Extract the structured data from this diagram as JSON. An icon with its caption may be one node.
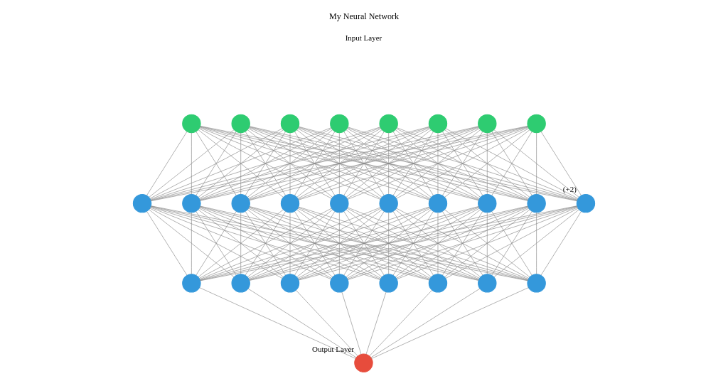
{
  "diagram": {
    "title": "My Neural Network",
    "nodes": [
      {
        "text": [],
        "shape": "circle"
      },
      {
        "text": [],
        "shape": "circle"
      },
      {
        "text": [],
        "shape": "circle"
      },
      {
        "text": [],
        "shape": "circle"
      },
      {
        "text": [],
        "shape": "circle"
      },
      {
        "text": [],
        "shape": "circle"
      },
      {
        "text": [],
        "shape": "circle"
      },
      {
        "text": [],
        "shape": "circle"
      },
      {
        "text": [],
        "shape": "circle"
      },
      {
        "text": [],
        "shape": "circle"
      },
      {
        "text": [],
        "shape": "circle"
      },
      {
        "text": [],
        "shape": "circle"
      },
      {
        "text": [],
        "shape": "circle"
      },
      {
        "text": [],
        "shape": "circle"
      },
      {
        "text": [],
        "shape": "circle"
      },
      {
        "text": [],
        "shape": "circle"
      },
      {
        "text": [],
        "shape": "circle"
      },
      {
        "text": [],
        "shape": "circle",
        "beside": [
          "(+2)"
        ]
      },
      {
        "text": [],
        "shape": "circle"
      },
      {
        "text": [],
        "shape": "circle"
      },
      {
        "text": [],
        "shape": "circle"
      },
      {
        "text": [],
        "shape": "circle"
      },
      {
        "text": [],
        "shape": "circle"
      },
      {
        "text": [],
        "shape": "circle"
      },
      {
        "text": [],
        "shape": "circle"
      },
      {
        "text": [],
        "shape": "circle"
      },
      {
        "text": [],
        "shape": "circle",
        "beside": [
          "Output Layer"
        ]
      }
    ],
    "edges": [
      {
        "from": 0,
        "to": 8,
        "arrow": "none"
      },
      {
        "from": 0,
        "to": 9,
        "arrow": "none"
      },
      {
        "from": 0,
        "to": 10,
        "arrow": "none"
      },
      {
        "from": 0,
        "to": 11,
        "arrow": "none"
      },
      {
        "from": 0,
        "to": 12,
        "arrow": "none"
      },
      {
        "from": 0,
        "to": 13,
        "arrow": "none"
      },
      {
        "from": 0,
        "to": 14,
        "arrow": "none"
      },
      {
        "from": 0,
        "to": 15,
        "arrow": "none"
      },
      {
        "from": 0,
        "to": 16,
        "arrow": "none"
      },
      {
        "from": 0,
        "to": 17,
        "arrow": "none"
      },
      {
        "from": 1,
        "to": 8,
        "arrow": "none"
      },
      {
        "from": 1,
        "to": 9,
        "arrow": "none"
      },
      {
        "from": 1,
        "to": 10,
        "arrow": "none"
      },
      {
        "from": 1,
        "to": 11,
        "arrow": "none"
      },
      {
        "from": 1,
        "to": 12,
        "arrow": "none"
      },
      {
        "from": 1,
        "to": 13,
        "arrow": "none"
      },
      {
        "from": 1,
        "to": 14,
        "arrow": "none"
      },
      {
        "from": 1,
        "to": 15,
        "arrow": "none"
      },
      {
        "from": 1,
        "to": 16,
        "arrow": "none"
      },
      {
        "from": 1,
        "to": 17,
        "arrow": "none"
      },
      {
        "from": 2,
        "to": 8,
        "arrow": "none"
      },
      {
        "from": 2,
        "to": 9,
        "arrow": "none"
      },
      {
        "from": 2,
        "to": 10,
        "arrow": "none"
      },
      {
        "from": 2,
        "to": 11,
        "arrow": "none"
      },
      {
        "from": 2,
        "to": 12,
        "arrow": "none"
      },
      {
        "from": 2,
        "to": 13,
        "arrow": "none"
      },
      {
        "from": 2,
        "to": 14,
        "arrow": "none"
      },
      {
        "from": 2,
        "to": 15,
        "arrow": "none"
      },
      {
        "from": 2,
        "to": 16,
        "arrow": "none"
      },
      {
        "from": 2,
        "to": 17,
        "arrow": "none"
      },
      {
        "from": 3,
        "to": 8,
        "arrow": "none"
      },
      {
        "from": 3,
        "to": 9,
        "arrow": "none"
      },
      {
        "from": 3,
        "to": 10,
        "arrow": "none"
      },
      {
        "from": 3,
        "to": 11,
        "arrow": "none"
      },
      {
        "from": 3,
        "to": 12,
        "arrow": "none"
      },
      {
        "from": 3,
        "to": 13,
        "arrow": "none"
      },
      {
        "from": 3,
        "to": 14,
        "arrow": "none"
      },
      {
        "from": 3,
        "to": 15,
        "arrow": "none"
      },
      {
        "from": 3,
        "to": 16,
        "arrow": "none"
      },
      {
        "from": 3,
        "to": 17,
        "arrow": "none"
      },
      {
        "from": 4,
        "to": 8,
        "arrow": "none"
      },
      {
        "from": 4,
        "to": 9,
        "arrow": "none"
      },
      {
        "from": 4,
        "to": 10,
        "arrow": "none"
      },
      {
        "from": 4,
        "to": 11,
        "arrow": "none"
      },
      {
        "from": 4,
        "to": 12,
        "arrow": "none"
      },
      {
        "from": 4,
        "to": 13,
        "arrow": "none"
      },
      {
        "from": 4,
        "to": 14,
        "arrow": "none"
      },
      {
        "from": 4,
        "to": 15,
        "arrow": "none"
      },
      {
        "from": 4,
        "to": 16,
        "arrow": "none"
      },
      {
        "from": 4,
        "to": 17,
        "arrow": "none"
      },
      {
        "from": 5,
        "to": 8,
        "arrow": "none"
      },
      {
        "from": 5,
        "to": 9,
        "arrow": "none"
      },
      {
        "from": 5,
        "to": 10,
        "arrow": "none"
      },
      {
        "from": 5,
        "to": 11,
        "arrow": "none"
      },
      {
        "from": 5,
        "to": 12,
        "arrow": "none"
      },
      {
        "from": 5,
        "to": 13,
        "arrow": "none"
      },
      {
        "from": 5,
        "to": 14,
        "arrow": "none"
      },
      {
        "from": 5,
        "to": 15,
        "arrow": "none"
      },
      {
        "from": 5,
        "to": 16,
        "arrow": "none"
      },
      {
        "from": 5,
        "to": 17,
        "arrow": "none"
      },
      {
        "from": 6,
        "to": 8,
        "arrow": "none"
      },
      {
        "from": 6,
        "to": 9,
        "arrow": "none"
      },
      {
        "from": 6,
        "to": 10,
        "arrow": "none"
      },
      {
        "from": 6,
        "to": 11,
        "arrow": "none"
      },
      {
        "from": 6,
        "to": 12,
        "arrow": "none"
      },
      {
        "from": 6,
        "to": 13,
        "arrow": "none"
      },
      {
        "from": 6,
        "to": 14,
        "arrow": "none"
      },
      {
        "from": 6,
        "to": 15,
        "arrow": "none"
      },
      {
        "from": 6,
        "to": 16,
        "arrow": "none"
      },
      {
        "from": 6,
        "to": 17,
        "arrow": "none"
      },
      {
        "from": 7,
        "to": 8,
        "arrow": "none"
      },
      {
        "from": 7,
        "to": 9,
        "arrow": "none"
      },
      {
        "from": 7,
        "to": 10,
        "arrow": "none"
      },
      {
        "from": 7,
        "to": 11,
        "arrow": "none"
      },
      {
        "from": 7,
        "to": 12,
        "arrow": "none"
      },
      {
        "from": 7,
        "to": 13,
        "arrow": "none"
      },
      {
        "from": 7,
        "to": 14,
        "arrow": "none"
      },
      {
        "from": 7,
        "to": 15,
        "arrow": "none"
      },
      {
        "from": 7,
        "to": 16,
        "arrow": "none"
      },
      {
        "from": 7,
        "to": 17,
        "arrow": "none"
      },
      {
        "from": 8,
        "to": 18,
        "arrow": "none"
      },
      {
        "from": 8,
        "to": 19,
        "arrow": "none"
      },
      {
        "from": 8,
        "to": 20,
        "arrow": "none"
      },
      {
        "from": 8,
        "to": 21,
        "arrow": "none"
      },
      {
        "from": 8,
        "to": 22,
        "arrow": "none"
      },
      {
        "from": 8,
        "to": 23,
        "arrow": "none"
      },
      {
        "from": 8,
        "to": 24,
        "arrow": "none"
      },
      {
        "from": 8,
        "to": 25,
        "arrow": "none"
      },
      {
        "from": 9,
        "to": 18,
        "arrow": "none"
      },
      {
        "from": 9,
        "to": 19,
        "arrow": "none"
      },
      {
        "from": 9,
        "to": 20,
        "arrow": "none"
      },
      {
        "from": 9,
        "to": 21,
        "arrow": "none"
      },
      {
        "from": 9,
        "to": 22,
        "arrow": "none"
      },
      {
        "from": 9,
        "to": 23,
        "arrow": "none"
      },
      {
        "from": 9,
        "to": 24,
        "arrow": "none"
      },
      {
        "from": 9,
        "to": 25,
        "arrow": "none"
      },
      {
        "from": 10,
        "to": 18,
        "arrow": "none"
      },
      {
        "from": 10,
        "to": 19,
        "arrow": "none"
      },
      {
        "from": 10,
        "to": 20,
        "arrow": "none"
      },
      {
        "from": 10,
        "to": 21,
        "arrow": "none"
      },
      {
        "from": 10,
        "to": 22,
        "arrow": "none"
      },
      {
        "from": 10,
        "to": 23,
        "arrow": "none"
      },
      {
        "from": 10,
        "to": 24,
        "arrow": "none"
      },
      {
        "from": 10,
        "to": 25,
        "arrow": "none"
      },
      {
        "from": 11,
        "to": 18,
        "arrow": "none"
      },
      {
        "from": 11,
        "to": 19,
        "arrow": "none"
      },
      {
        "from": 11,
        "to": 20,
        "arrow": "none"
      },
      {
        "from": 11,
        "to": 21,
        "arrow": "none"
      },
      {
        "from": 11,
        "to": 22,
        "arrow": "none"
      },
      {
        "from": 11,
        "to": 23,
        "arrow": "none"
      },
      {
        "from": 11,
        "to": 24,
        "arrow": "none"
      },
      {
        "from": 11,
        "to": 25,
        "arrow": "none"
      },
      {
        "from": 12,
        "to": 18,
        "arrow": "none"
      },
      {
        "from": 12,
        "to": 19,
        "arrow": "none"
      },
      {
        "from": 12,
        "to": 20,
        "arrow": "none"
      },
      {
        "from": 12,
        "to": 21,
        "arrow": "none"
      },
      {
        "from": 12,
        "to": 22,
        "arrow": "none"
      },
      {
        "from": 12,
        "to": 23,
        "arrow": "none"
      },
      {
        "from": 12,
        "to": 24,
        "arrow": "none"
      },
      {
        "from": 12,
        "to": 25,
        "arrow": "none"
      },
      {
        "from": 13,
        "to": 18,
        "arrow": "none"
      },
      {
        "from": 13,
        "to": 19,
        "arrow": "none"
      },
      {
        "from": 13,
        "to": 20,
        "arrow": "none"
      },
      {
        "from": 13,
        "to": 21,
        "arrow": "none"
      },
      {
        "from": 13,
        "to": 22,
        "arrow": "none"
      },
      {
        "from": 13,
        "to": 23,
        "arrow": "none"
      },
      {
        "from": 13,
        "to": 24,
        "arrow": "none"
      },
      {
        "from": 13,
        "to": 25,
        "arrow": "none"
      },
      {
        "from": 14,
        "to": 18,
        "arrow": "none"
      },
      {
        "from": 14,
        "to": 19,
        "arrow": "none"
      },
      {
        "from": 14,
        "to": 20,
        "arrow": "none"
      },
      {
        "from": 14,
        "to": 21,
        "arrow": "none"
      },
      {
        "from": 14,
        "to": 22,
        "arrow": "none"
      },
      {
        "from": 14,
        "to": 23,
        "arrow": "none"
      },
      {
        "from": 14,
        "to": 24,
        "arrow": "none"
      },
      {
        "from": 14,
        "to": 25,
        "arrow": "none"
      },
      {
        "from": 15,
        "to": 18,
        "arrow": "none"
      },
      {
        "from": 15,
        "to": 19,
        "arrow": "none"
      },
      {
        "from": 15,
        "to": 20,
        "arrow": "none"
      },
      {
        "from": 15,
        "to": 21,
        "arrow": "none"
      },
      {
        "from": 15,
        "to": 22,
        "arrow": "none"
      },
      {
        "from": 15,
        "to": 23,
        "arrow": "none"
      },
      {
        "from": 15,
        "to": 24,
        "arrow": "none"
      },
      {
        "from": 15,
        "to": 25,
        "arrow": "none"
      },
      {
        "from": 16,
        "to": 18,
        "arrow": "none"
      },
      {
        "from": 16,
        "to": 19,
        "arrow": "none"
      },
      {
        "from": 16,
        "to": 20,
        "arrow": "none"
      },
      {
        "from": 16,
        "to": 21,
        "arrow": "none"
      },
      {
        "from": 16,
        "to": 22,
        "arrow": "none"
      },
      {
        "from": 16,
        "to": 23,
        "arrow": "none"
      },
      {
        "from": 16,
        "to": 24,
        "arrow": "none"
      },
      {
        "from": 16,
        "to": 25,
        "arrow": "none"
      },
      {
        "from": 17,
        "to": 18,
        "arrow": "none"
      },
      {
        "from": 17,
        "to": 19,
        "arrow": "none"
      },
      {
        "from": 17,
        "to": 20,
        "arrow": "none"
      },
      {
        "from": 17,
        "to": 21,
        "arrow": "none"
      },
      {
        "from": 17,
        "to": 22,
        "arrow": "none"
      },
      {
        "from": 17,
        "to": 23,
        "arrow": "none"
      },
      {
        "from": 17,
        "to": 24,
        "arrow": "none"
      },
      {
        "from": 17,
        "to": 25,
        "arrow": "none"
      },
      {
        "from": 18,
        "to": 26,
        "arrow": "none"
      },
      {
        "from": 19,
        "to": 26,
        "arrow": "none"
      },
      {
        "from": 20,
        "to": 26,
        "arrow": "none"
      },
      {
        "from": 21,
        "to": 26,
        "arrow": "none"
      },
      {
        "from": 22,
        "to": 26,
        "arrow": "none"
      },
      {
        "from": 23,
        "to": 26,
        "arrow": "none"
      },
      {
        "from": 24,
        "to": 26,
        "arrow": "none"
      },
      {
        "from": 25,
        "to": 26,
        "arrow": "none"
      }
    ],
    "labels": [
      "Input Layer"
    ]
  }
}
